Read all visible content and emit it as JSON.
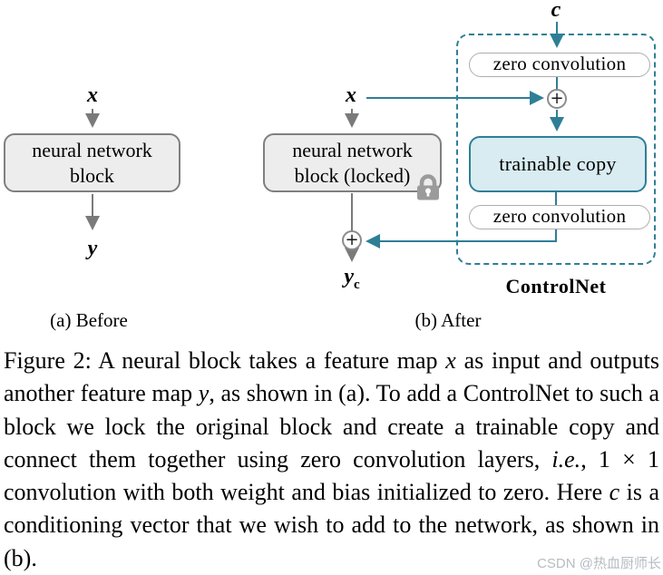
{
  "figure": {
    "panel_a": {
      "input": "x",
      "block_line1": "neural network",
      "block_line2": "block",
      "output": "y",
      "label": "(a) Before"
    },
    "panel_b": {
      "input": "x",
      "condition": "c",
      "block_line1": "neural network",
      "block_line2": "block (locked)",
      "zero_conv_top": "zero convolution",
      "trainable_copy": "trainable copy",
      "zero_conv_bottom": "zero convolution",
      "sum_symbol": "+",
      "output_base": "y",
      "output_sub": "c",
      "controlnet": "ControlNet",
      "label": "(b) After"
    },
    "colors": {
      "teal_accent": "#2e7f96",
      "trainable_fill": "#d9ecf2",
      "block_fill": "#ededed",
      "block_border": "#7f7f7f",
      "pill_border": "#adadad",
      "gray_arrow": "#7a7a7a",
      "lock_gray": "#9b9b9b"
    }
  },
  "caption": {
    "segments": [
      "Figure 2: A neural block takes a feature map ",
      "x",
      " as input and outputs another feature map ",
      "y",
      ", as shown in (a). To add a ControlNet to such a block we lock the original block and create a trainable copy and connect them together using zero convolution layers, ",
      "i.e.",
      ", 1 × 1 convolution with both weight and bias initialized to zero. Here ",
      "c",
      " is a conditioning vector that we wish to add to the network, as shown in (b)."
    ]
  },
  "watermark": "CSDN @热血厨师长"
}
